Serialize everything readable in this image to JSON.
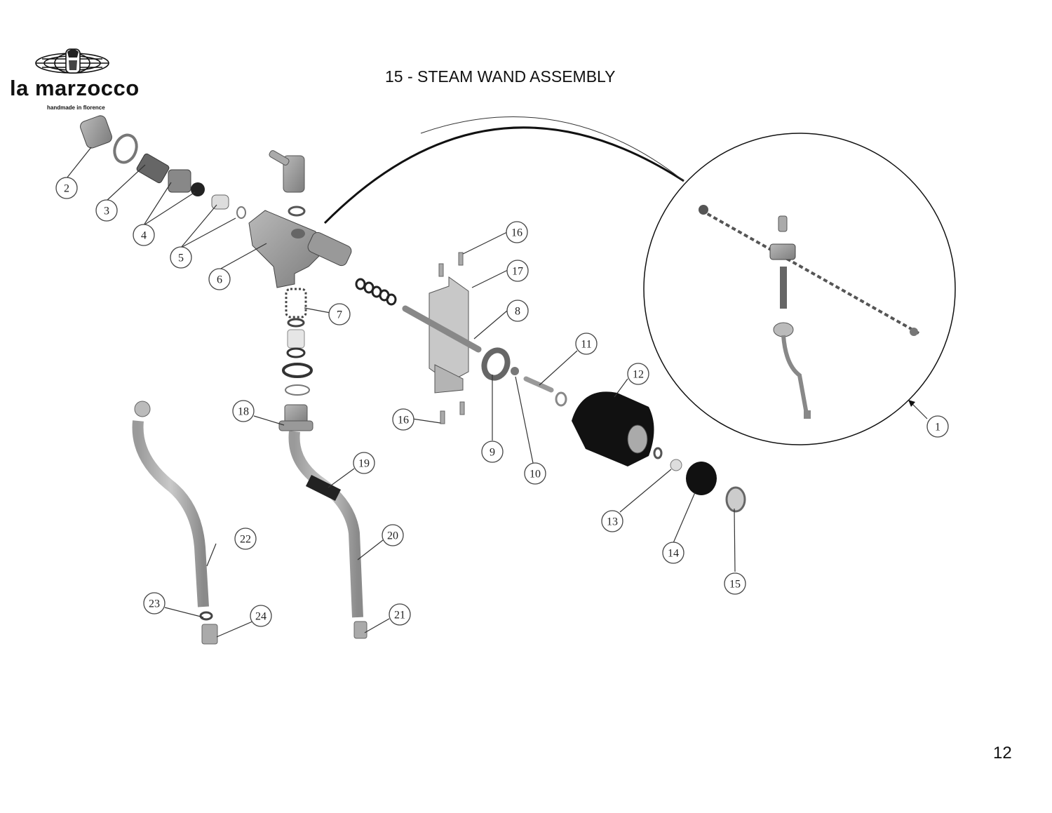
{
  "header": {
    "brand_name": "la marzocco",
    "tagline": "handmade in florence",
    "title": "15 - STEAM WAND ASSEMBLY"
  },
  "footer": {
    "page_number": "12"
  },
  "diagram": {
    "type": "exploded-parts-view",
    "inset_label": "1",
    "callouts": [
      {
        "id": "1"
      },
      {
        "id": "2"
      },
      {
        "id": "3"
      },
      {
        "id": "4"
      },
      {
        "id": "5"
      },
      {
        "id": "6"
      },
      {
        "id": "7"
      },
      {
        "id": "8"
      },
      {
        "id": "9"
      },
      {
        "id": "10"
      },
      {
        "id": "11"
      },
      {
        "id": "12"
      },
      {
        "id": "13"
      },
      {
        "id": "14"
      },
      {
        "id": "15"
      },
      {
        "id": "16"
      },
      {
        "id": "16"
      },
      {
        "id": "17"
      },
      {
        "id": "18"
      },
      {
        "id": "19"
      },
      {
        "id": "20"
      },
      {
        "id": "21"
      },
      {
        "id": "22"
      },
      {
        "id": "23"
      },
      {
        "id": "24"
      }
    ]
  }
}
